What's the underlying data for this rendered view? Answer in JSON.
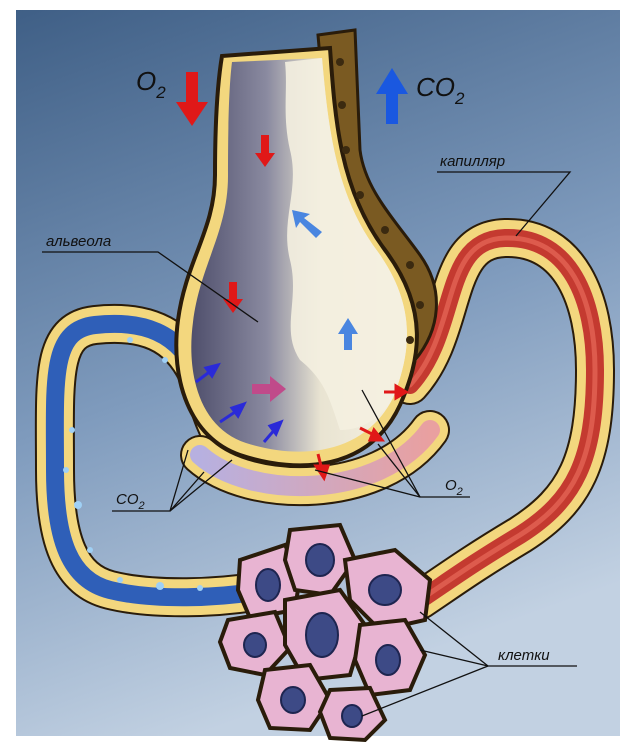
{
  "labels": {
    "o2_top": "O",
    "o2_top_sub": "2",
    "co2_top": "CO",
    "co2_top_sub": "2",
    "capillary": "капилляр",
    "alveolus": "альвеола",
    "co2_bottom": "CO",
    "co2_bottom_sub": "2",
    "o2_bottom": "O",
    "o2_bottom_sub": "2",
    "cells": "клетки"
  },
  "colors": {
    "background_top": "#3f5f86",
    "background_bottom": "#b9c9dc",
    "cell_wall": "#f3d77e",
    "cell_outline": "#2a1c0a",
    "venous_blood": "#2f5fb8",
    "arterial_blood": "#c43a30",
    "alveolus_dark": "#6f6f86",
    "alveolus_light": "#f1ecdc",
    "epithelium": "#7a5a22",
    "tissue_cell": "#e8b4d2",
    "tissue_nucleus": "#3d4a86",
    "o2_arrow": "#e01818",
    "co2_arrow": "#1a58e0"
  }
}
